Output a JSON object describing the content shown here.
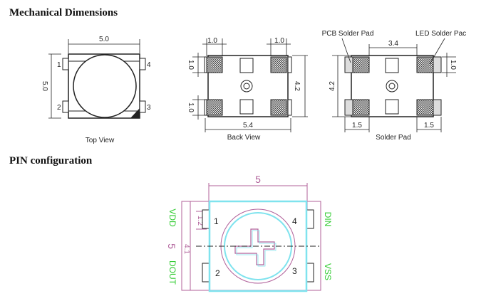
{
  "headings": {
    "mechanical": "Mechanical  Dimensions",
    "pin": "PIN  configuration"
  },
  "top_view": {
    "caption": "Top View",
    "width_dim": "5.0",
    "height_dim": "5.0",
    "pins": [
      "1",
      "2",
      "3",
      "4"
    ]
  },
  "back_view": {
    "caption": "Back View",
    "pad_width_left": "1.0",
    "pad_width_right": "1.0",
    "pad_height_top": "1.0",
    "pad_height_bottom": "1.0",
    "height_dim": "4.2",
    "width_dim": "5.4"
  },
  "solder_pad": {
    "caption": "Solder Pad",
    "pcb_label": "PCB Solder Pad",
    "led_label": "LED Solder Pac",
    "spacing_dim": "3.4",
    "pad_height_dim": "1.0",
    "height_dim": "4.2",
    "pad_width_left": "1.5",
    "pad_width_right": "1.5"
  },
  "pin_config": {
    "width_dim": "5",
    "height_dim": "5",
    "inner_height_dim": "4.1",
    "pad_dim": "1.2",
    "pin_numbers": [
      "1",
      "2",
      "3",
      "4"
    ],
    "signals": {
      "pin1": "VDD",
      "pin2": "DOUT",
      "pin3": "VSS",
      "pin4": "DIN"
    }
  },
  "colors": {
    "outline": "#222222",
    "body_cyan": "#7fe3ee",
    "dimension_magenta": "#b0609a",
    "signal_green": "#33cc33",
    "pad_hatch": "#555555"
  }
}
